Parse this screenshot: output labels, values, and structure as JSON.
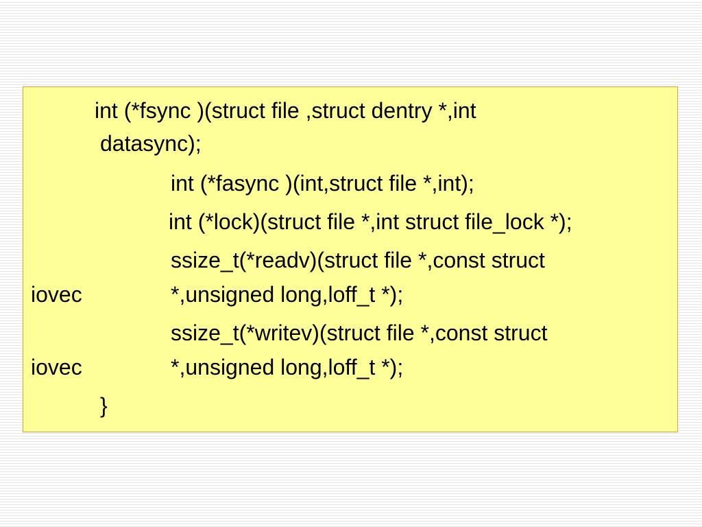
{
  "slide": {
    "lines": [
      "int (*fsync )(struct file ,struct dentry *,int",
      "datasync);",
      "int (*fasync )(int,struct file *,int);",
      "int (*lock)(struct file *,int struct file_lock *);",
      "ssize_t(*readv)(struct file *,const struct",
      "iovec",
      "*,unsigned long,loff_t *);",
      "ssize_t(*writev)(struct file *,const struct",
      "iovec",
      "*,unsigned long,loff_t *);",
      "}"
    ]
  }
}
